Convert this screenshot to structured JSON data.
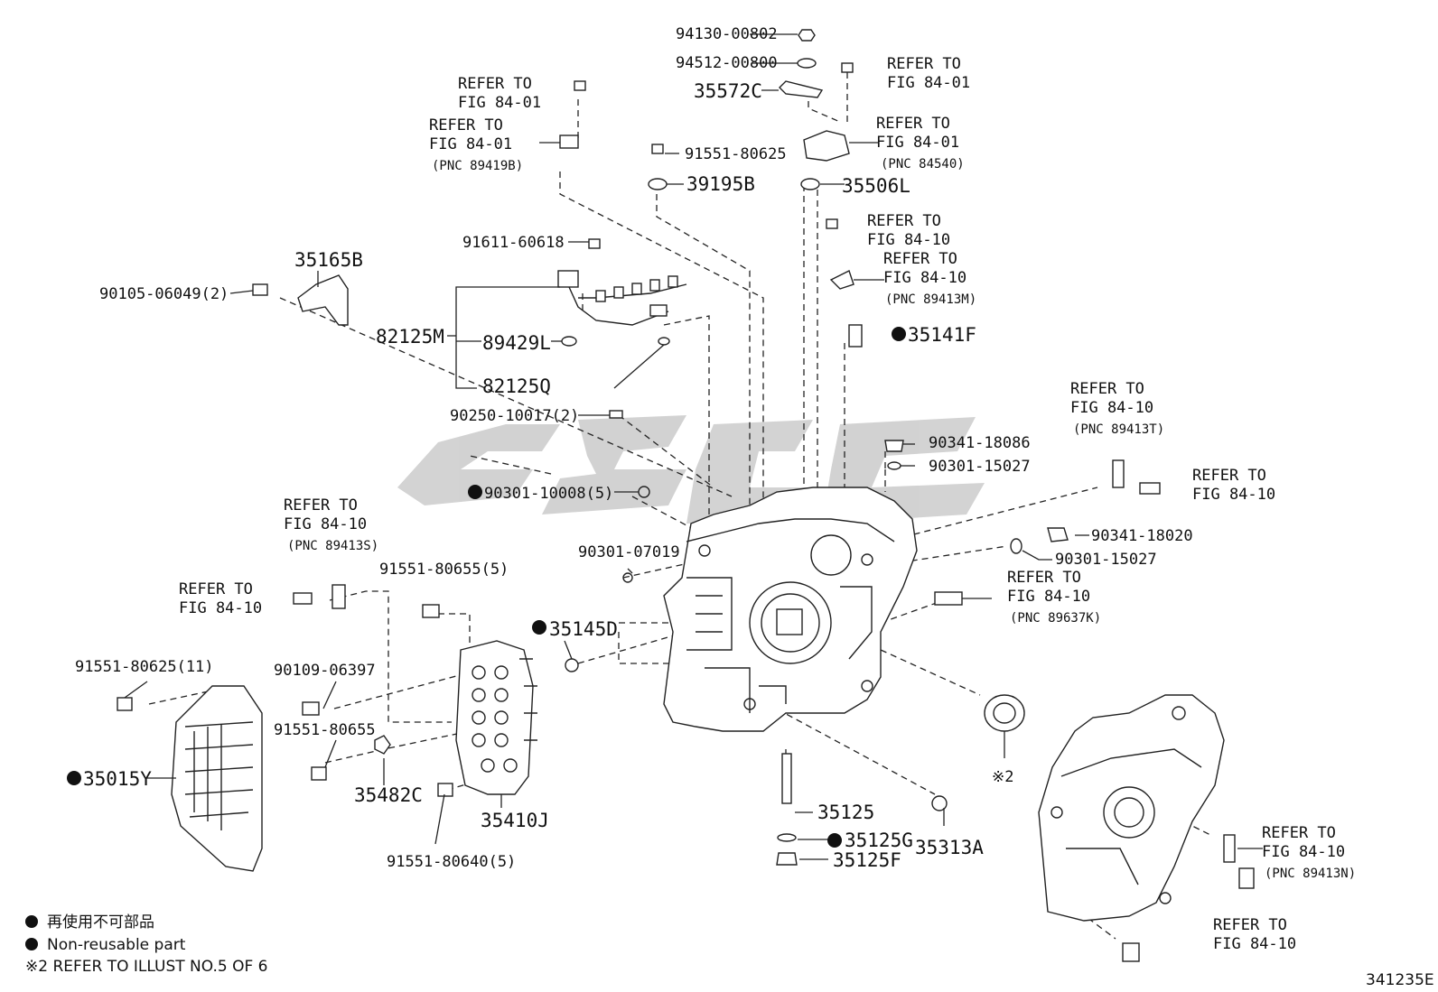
{
  "labels": {
    "l01": "94130-00802",
    "l02": "94512-00800",
    "l03": "35572C",
    "l04": "REFER TO",
    "l05": "FIG 84-01",
    "l06": "REFER TO",
    "l07": "FIG 84-01",
    "l08": "REFER TO",
    "l09": "FIG 84-01",
    "l10": "(PNC 89419B)",
    "l11": "91551-80625",
    "l12": "39195B",
    "l13": "REFER TO",
    "l14": "FIG 84-01",
    "l15": "(PNC 84540)",
    "l16": "35506L",
    "l17": "REFER TO",
    "l18": "FIG 84-10",
    "l19": "REFER TO",
    "l20": "FIG 84-10",
    "l21": "(PNC 89413M)",
    "l22": "91611-60618",
    "l23": "35165B",
    "l24": "90105-06049(2)",
    "l25": "82125M",
    "l26": "89429L",
    "l27": "82125Q",
    "l28": "35141F",
    "l29": "90250-10017(2)",
    "l30": "REFER TO",
    "l31": "FIG 84-10",
    "l32": "(PNC 89413T)",
    "l33": "90341-18086",
    "l34": "90301-15027",
    "l35": "90301-10008(5)",
    "l36": "REFER TO",
    "l37": "FIG 84-10",
    "l38": "REFER TO",
    "l39": "FIG 84-10",
    "l40": "(PNC 89413S)",
    "l41": "90341-18020",
    "l42": "90301-15027",
    "l43": "90301-07019",
    "l44": "REFER TO",
    "l45": "FIG 84-10",
    "l46": "(PNC 89637K)",
    "l47": "91551-80655(5)",
    "l48": "REFER TO",
    "l49": "FIG 84-10",
    "l50": "35145D",
    "l51": "91551-80625(11)",
    "l52": "90109-06397",
    "l53": "91551-80655",
    "l54": "35015Y",
    "l55": "35482C",
    "l56": "35410J",
    "l57": "35125",
    "l58": "35125G",
    "l59": "35313A",
    "l60": "35125F",
    "l61": "※2",
    "l62": "91551-80640(5)",
    "l63": "REFER TO",
    "l64": "FIG 84-10",
    "l65": "(PNC 89413N)",
    "l66": "REFER TO",
    "l67": "FIG 84-10"
  },
  "legend": {
    "jp": "再使用不可部品",
    "en": "Non-reusable part",
    "note": "※2  REFER TO ILLUST NO.5 OF 6"
  },
  "illustration_id": "341235E",
  "watermark": "CSEC"
}
